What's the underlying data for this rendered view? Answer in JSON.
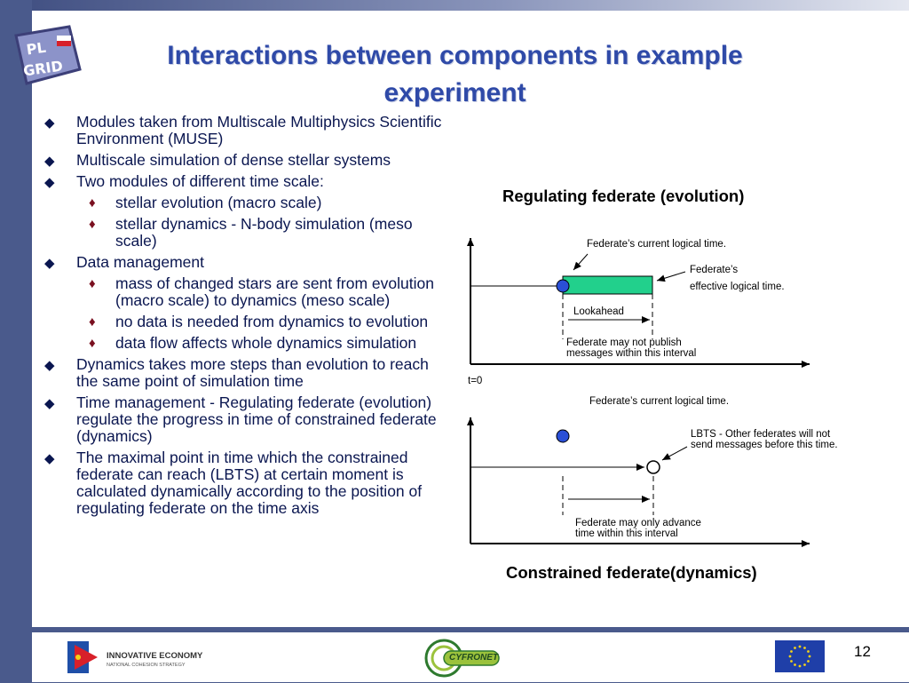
{
  "title": "Interactions between components in example experiment",
  "bullets": [
    {
      "level": 1,
      "text": "Modules taken from Multiscale Multiphysics Scientific Environment (MUSE)"
    },
    {
      "level": 1,
      "text": "Multiscale simulation of dense stellar systems"
    },
    {
      "level": 1,
      "text": "Two modules of different time scale:"
    },
    {
      "level": 2,
      "text": "stellar evolution (macro scale)"
    },
    {
      "level": 2,
      "text": "stellar dynamics - N-body simulation (meso scale)"
    },
    {
      "level": 1,
      "text": "Data management"
    },
    {
      "level": 2,
      "text": "mass of changed stars are sent from evolution (macro scale) to dynamics (meso scale)"
    },
    {
      "level": 2,
      "text": "no data is needed from dynamics to evolution"
    },
    {
      "level": 2,
      "text": "data flow affects whole dynamics simulation"
    },
    {
      "level": 1,
      "text": "Dynamics takes more steps than evolution to reach the same point of simulation time"
    },
    {
      "level": 1,
      "text": "Time management - Regulating federate (evolution) regulate the progress in time of constrained federate (dynamics)"
    },
    {
      "level": 1,
      "text": "The maximal point in time which the constrained federate can reach (LBTS) at certain moment is calculated dynamically according to the position of regulating federate on the time axis"
    }
  ],
  "diagram": {
    "regulating_caption": "Regulating federate (evolution)",
    "current_time_label_top": "Federate’s  current logical time.",
    "effective_label_1": "Federate’s",
    "effective_label_2": "effective logical time.",
    "lookahead": "Lookahead",
    "no_publish_1": "Federate may not publish",
    "no_publish_2": "messages within this interval",
    "t0": "t=0",
    "current_time_label_bottom": "Federate’s current logical time.",
    "lbts_1": "LBTS - Other federates will not",
    "lbts_2": "send messages before this time.",
    "advance_1": "Federate may only advance",
    "advance_2": "time within this interval",
    "constrained_caption": "Constrained federate(dynamics)"
  },
  "colors": {
    "title": "#2f4aa8",
    "lookahead_bar": "#22d08c",
    "dot": "#2a4fd6",
    "frame": "#4a5a8c"
  },
  "logos": {
    "plgrid": "PL GRID",
    "innovative_1": "INNOVATIVE ECONOMY",
    "innovative_2": "NATIONAL COHESION STRATEGY",
    "cyfronet": "CYFRONET"
  },
  "page_number": "12"
}
